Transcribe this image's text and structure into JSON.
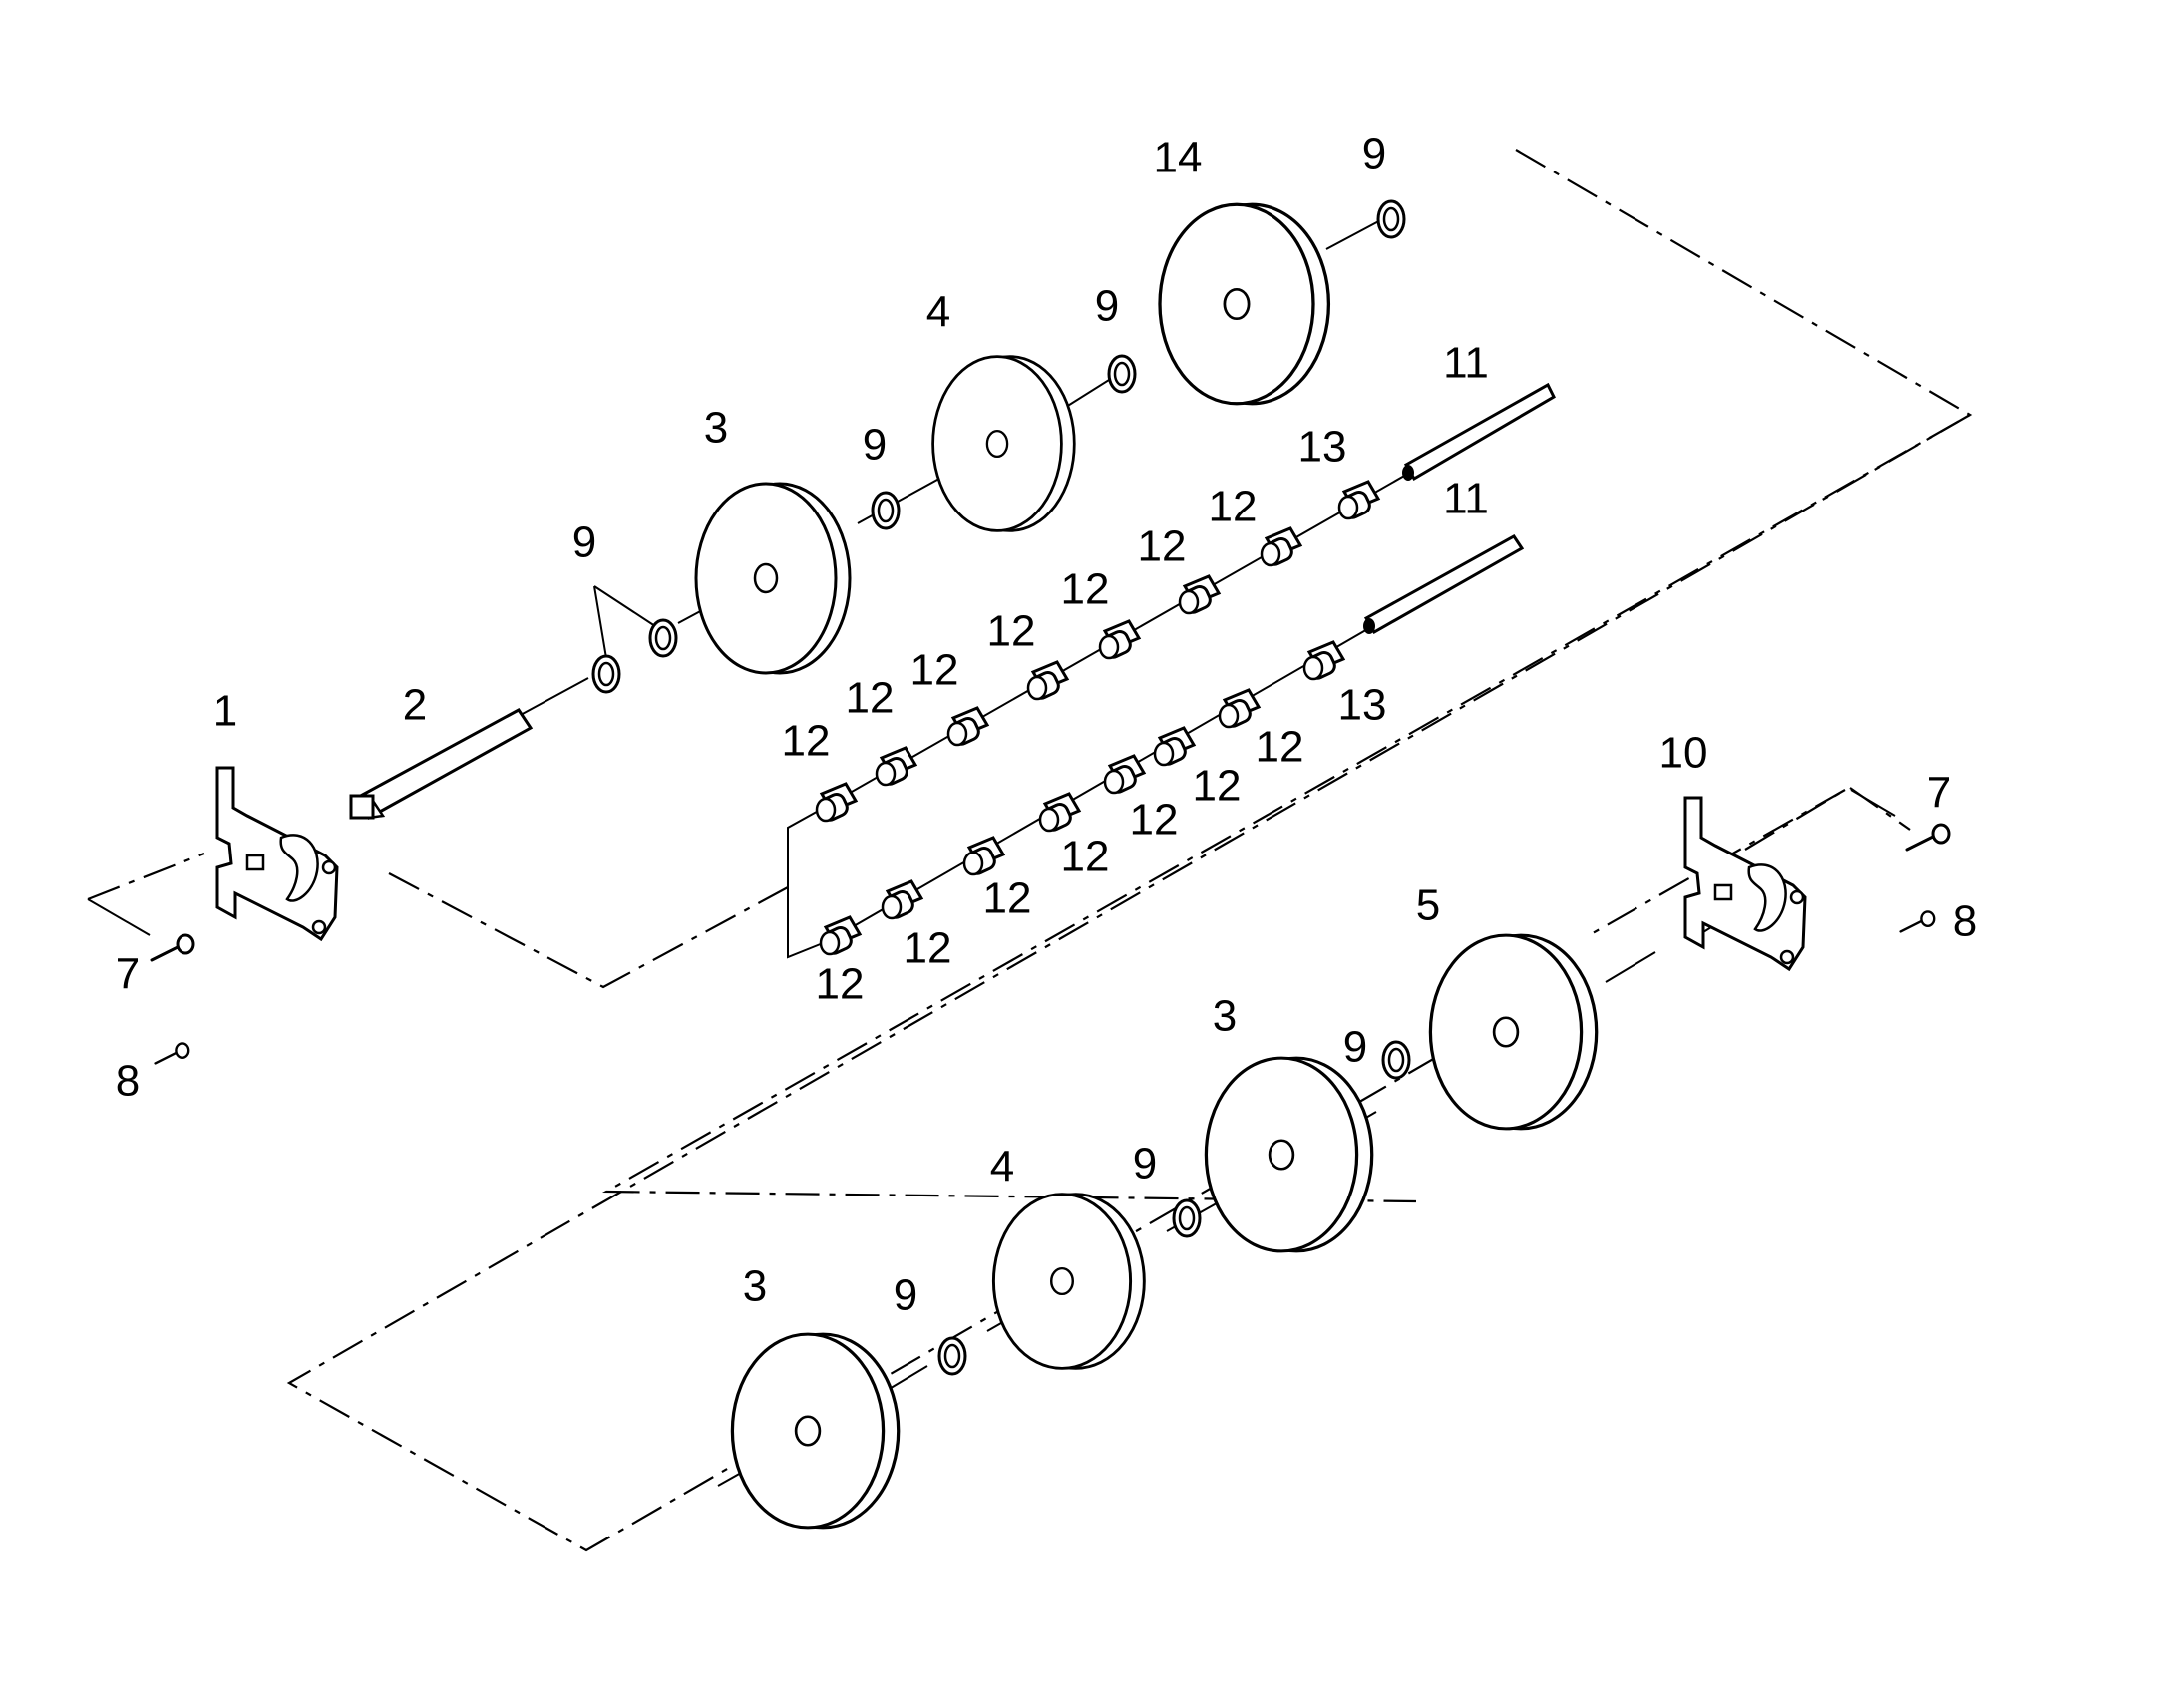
{
  "diagram": {
    "type": "exploded-parts-view",
    "line_color": "#000000",
    "background": "#ffffff",
    "callouts": {
      "c1": "1",
      "c2": "2",
      "c3a": "3",
      "c3b": "3",
      "c3c": "3",
      "c4a": "4",
      "c4b": "4",
      "c5": "5",
      "c7a": "7",
      "c7b": "7",
      "c8a": "8",
      "c8b": "8",
      "c9a": "9",
      "c9b": "9",
      "c9c": "9",
      "c9d": "9",
      "c9e": "9",
      "c9f": "9",
      "c10": "10",
      "c11a": "11",
      "c11b": "11",
      "c12a": "12",
      "c12b": "12",
      "c12c": "12",
      "c12d": "12",
      "c12e": "12",
      "c12f": "12",
      "c12g": "12",
      "c12h": "12",
      "c12i": "12",
      "c12j": "12",
      "c12k": "12",
      "c12l": "12",
      "c12m": "12",
      "c12n": "12",
      "c13a": "13",
      "c13b": "13",
      "c14": "14"
    }
  }
}
